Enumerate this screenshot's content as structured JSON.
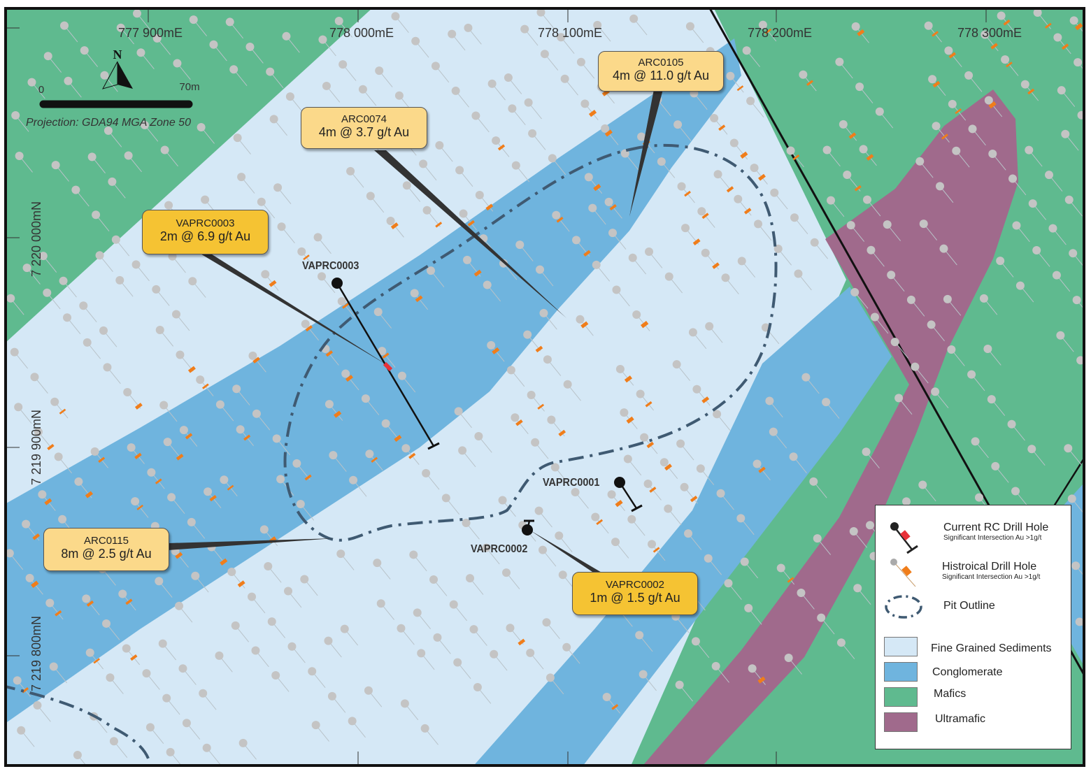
{
  "map": {
    "eastings": [
      "777 900mE",
      "778 000mE",
      "778 100mE",
      "778 200mE",
      "778 300mE"
    ],
    "northings": [
      "7 220 000mN",
      "7 219 900mN",
      "7 219 800mN"
    ],
    "north_label": "N",
    "scale": {
      "start": "0",
      "end": "70m"
    },
    "projection": "Projection: GDA94 MGA Zone 50"
  },
  "callouts": [
    {
      "hole": "ARC0105",
      "value": "4m @ 11.0 g/t Au",
      "type": "historical"
    },
    {
      "hole": "ARC0074",
      "value": "4m @ 3.7 g/t Au",
      "type": "historical"
    },
    {
      "hole": "VAPRC0003",
      "value": "2m @ 6.9 g/t Au",
      "type": "current"
    },
    {
      "hole": "ARC0115",
      "value": "8m @ 2.5 g/t Au",
      "type": "historical"
    },
    {
      "hole": "VAPRC0002",
      "value": "1m @ 1.5 g/t Au",
      "type": "current"
    }
  ],
  "current_holes": [
    "VAPRC0003",
    "VAPRC0001",
    "VAPRC0002"
  ],
  "legend": {
    "current": {
      "label": "Current RC Drill Hole",
      "sub": "Significant Intersection Au >1g/t"
    },
    "historical": {
      "label": "Histroical Drill Hole",
      "sub": "Significant Intersection Au >1g/t"
    },
    "pit": "Pit Outline",
    "units": [
      {
        "label": "Fine Grained Sediments",
        "color": "#d5e8f6"
      },
      {
        "label": "Conglomerate",
        "color": "#6fb4de"
      },
      {
        "label": "Mafics",
        "color": "#5fba8f"
      },
      {
        "label": "Ultramafic",
        "color": "#a06a8c"
      }
    ]
  },
  "colors": {
    "intersection_hist": "#f07d1a",
    "intersection_current": "#e8323a",
    "pit": "#3f5a72",
    "collar": "#c4c4c4"
  }
}
